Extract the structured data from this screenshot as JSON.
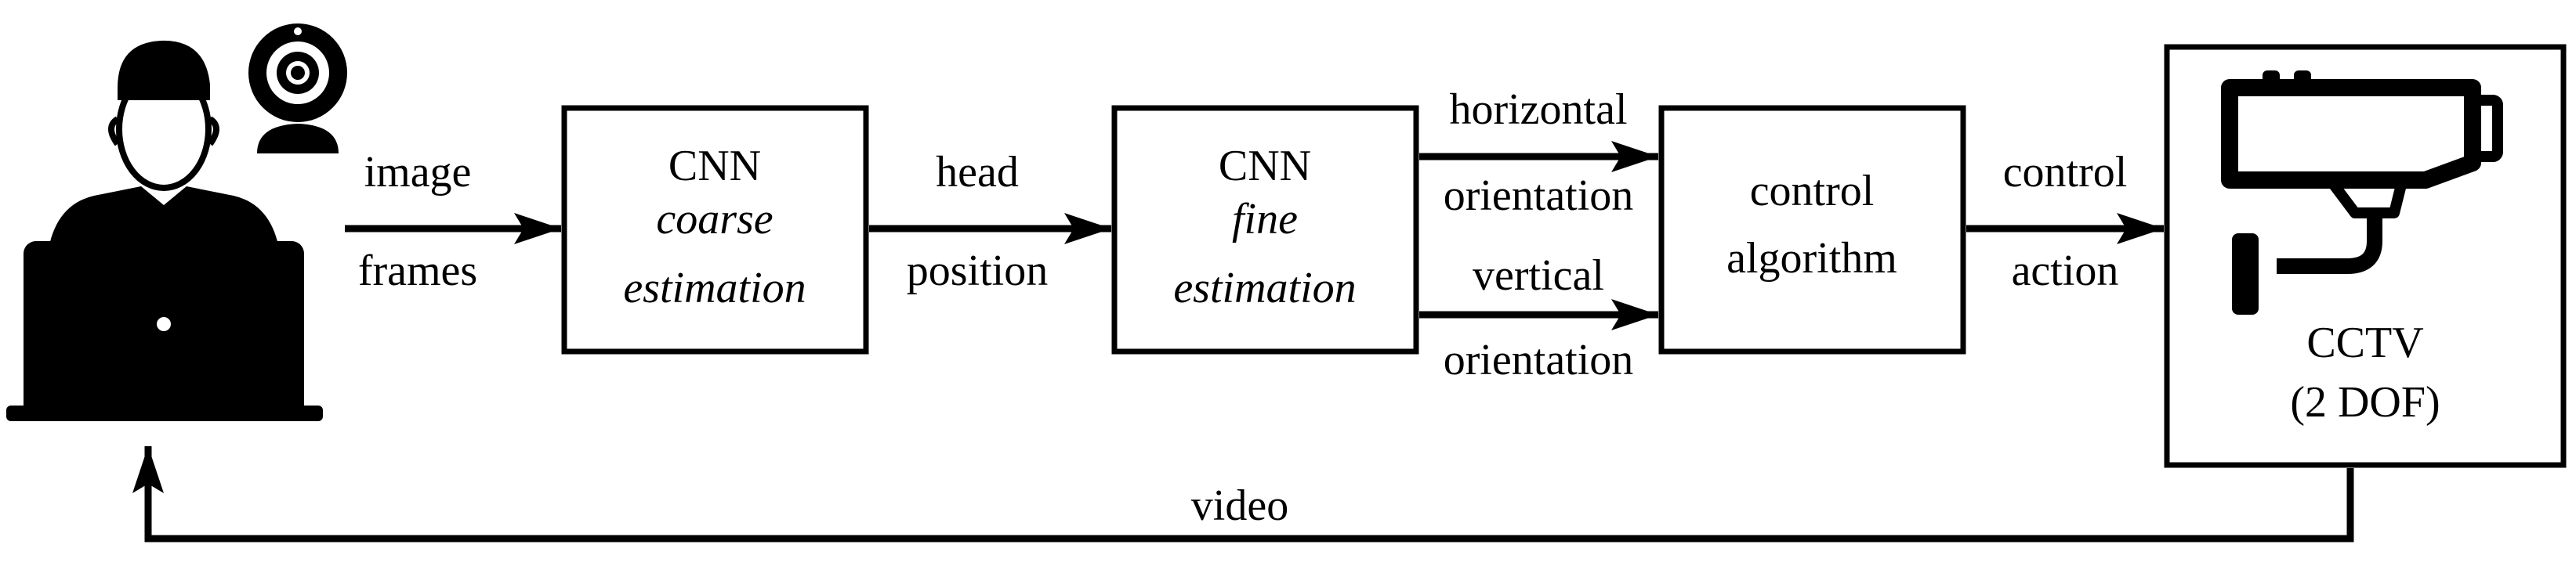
{
  "diagram": {
    "blocks": {
      "cnn_coarse": {
        "line1": "CNN",
        "line2": "coarse",
        "line3": "estimation"
      },
      "cnn_fine": {
        "line1": "CNN",
        "line2": "fine",
        "line3": "estimation"
      },
      "control": {
        "line1": "control",
        "line2": "algorithm"
      },
      "cctv": {
        "line1": "CCTV",
        "line2": "(2 DOF)"
      }
    },
    "edges": {
      "image_frames": {
        "line1": "image",
        "line2": "frames"
      },
      "head_position": {
        "line1": "head",
        "line2": "position"
      },
      "horizontal": {
        "line1": "horizontal",
        "line2": "orientation"
      },
      "vertical": {
        "line1": "vertical",
        "line2": "orientation"
      },
      "control_action": {
        "line1": "control",
        "line2": "action"
      },
      "video": "video"
    },
    "icons": [
      "user-icon",
      "laptop-icon",
      "webcam-icon",
      "cctv-camera-icon"
    ]
  }
}
